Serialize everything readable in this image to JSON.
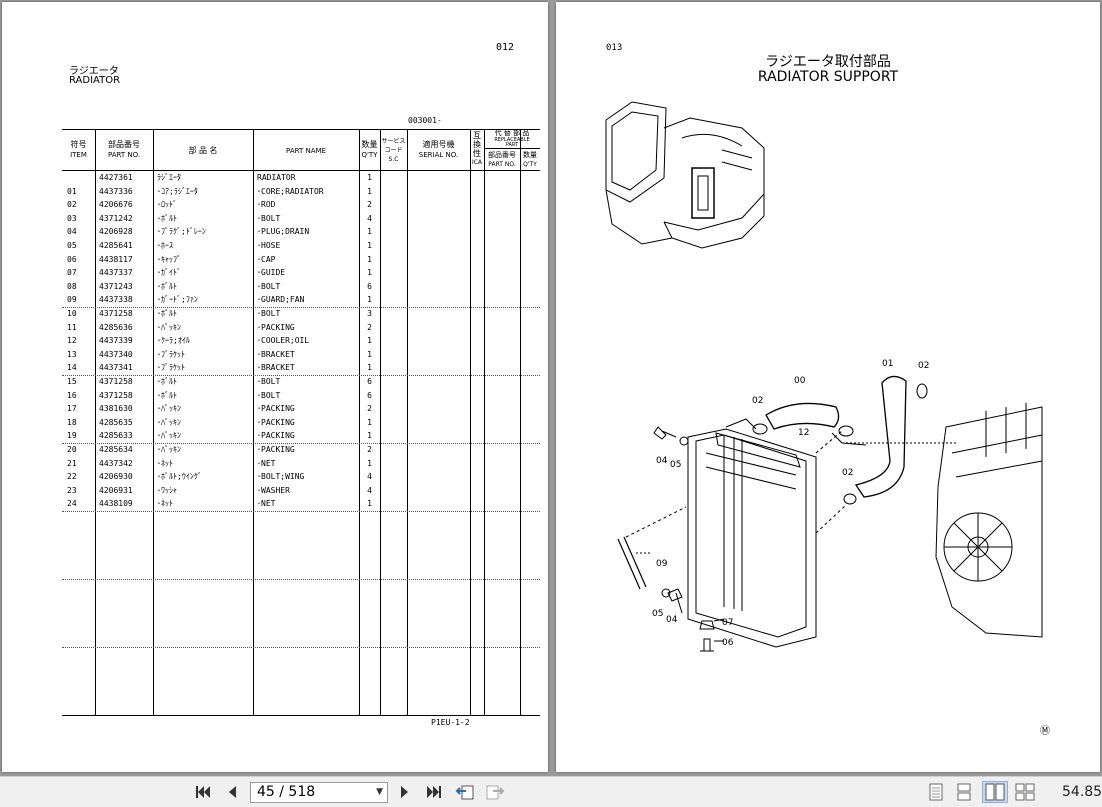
{
  "left_page": {
    "page_no": "012",
    "title_jp": "ラジエータ",
    "title_en": "RADIATOR",
    "serial_ref": "003001-",
    "footer_code": "P1EU-1-2",
    "headers": {
      "item_jp": "符号",
      "item_en": "ITEM",
      "partno_jp": "部品番号",
      "partno_en": "PART NO.",
      "name_jp": "部 品 名",
      "name_en": "PART NAME",
      "qty_jp": "数量",
      "qty_en": "Q'TY",
      "sc_jp1": "サービス",
      "sc_jp2": "コード",
      "sc_en": "S.C",
      "serial_jp": "適用号機",
      "serial_en": "SERIAL NO.",
      "ica_jp1": "互",
      "ica_jp2": "換",
      "ica_jp3": "性",
      "ica_en": "ICA",
      "repl_jp": "代 替 部 品",
      "repl_en1": "REPLACEABLE",
      "repl_en2": "PART",
      "repl_partno_jp": "部品番号",
      "repl_partno_en": "PART NO.",
      "repl_qty_jp": "数量",
      "repl_qty_en": "Q'TY"
    },
    "rows": [
      {
        "item": "",
        "partno": "4427361",
        "name_jp": "ﾗｼﾞｴｰﾀ",
        "name_en": "RADIATOR",
        "qty": "1"
      },
      {
        "item": "01",
        "partno": "4437336",
        "name_jp": "･ｺｱ;ﾗｼﾞｴｰﾀ",
        "name_en": "･CORE;RADIATOR",
        "qty": "1"
      },
      {
        "item": "02",
        "partno": "4206676",
        "name_jp": "･ﾛｯﾄﾞ",
        "name_en": "･ROD",
        "qty": "2"
      },
      {
        "item": "03",
        "partno": "4371242",
        "name_jp": "･ﾎﾞﾙﾄ",
        "name_en": "･BOLT",
        "qty": "4"
      },
      {
        "item": "04",
        "partno": "4206928",
        "name_jp": "･ﾌﾟﾗｸﾞ;ﾄﾞﾚｰﾝ",
        "name_en": "･PLUG;DRAIN",
        "qty": "1"
      },
      {
        "item": "05",
        "partno": "4285641",
        "name_jp": "･ﾎｰｽ",
        "name_en": "･HOSE",
        "qty": "1"
      },
      {
        "item": "06",
        "partno": "4438117",
        "name_jp": "･ｷｬｯﾌﾟ",
        "name_en": "･CAP",
        "qty": "1"
      },
      {
        "item": "07",
        "partno": "4437337",
        "name_jp": "･ｶﾞｲﾄﾞ",
        "name_en": "･GUIDE",
        "qty": "1"
      },
      {
        "item": "08",
        "partno": "4371243",
        "name_jp": "･ﾎﾞﾙﾄ",
        "name_en": "･BOLT",
        "qty": "6"
      },
      {
        "item": "09",
        "partno": "4437338",
        "name_jp": "･ｶﾞｰﾄﾞ;ﾌｧﾝ",
        "name_en": "･GUARD;FAN",
        "qty": "1"
      },
      {
        "item": "10",
        "partno": "4371258",
        "name_jp": "･ﾎﾞﾙﾄ",
        "name_en": "･BOLT",
        "qty": "3"
      },
      {
        "item": "11",
        "partno": "4285636",
        "name_jp": "･ﾊﾟｯｷﾝ",
        "name_en": "･PACKING",
        "qty": "2"
      },
      {
        "item": "12",
        "partno": "4437339",
        "name_jp": "･ｸｰﾗ;ｵｲﾙ",
        "name_en": "･COOLER;OIL",
        "qty": "1"
      },
      {
        "item": "13",
        "partno": "4437340",
        "name_jp": "･ﾌﾞﾗｹｯﾄ",
        "name_en": "･BRACKET",
        "qty": "1"
      },
      {
        "item": "14",
        "partno": "4437341",
        "name_jp": "･ﾌﾞﾗｹｯﾄ",
        "name_en": "･BRACKET",
        "qty": "1"
      },
      {
        "item": "15",
        "partno": "4371258",
        "name_jp": "･ﾎﾞﾙﾄ",
        "name_en": "･BOLT",
        "qty": "6"
      },
      {
        "item": "16",
        "partno": "4371258",
        "name_jp": "･ﾎﾞﾙﾄ",
        "name_en": "･BOLT",
        "qty": "6"
      },
      {
        "item": "17",
        "partno": "4381630",
        "name_jp": "･ﾊﾟｯｷﾝ",
        "name_en": "･PACKING",
        "qty": "2"
      },
      {
        "item": "18",
        "partno": "4285635",
        "name_jp": "･ﾊﾟｯｷﾝ",
        "name_en": "･PACKING",
        "qty": "1"
      },
      {
        "item": "19",
        "partno": "4285633",
        "name_jp": "･ﾊﾟｯｷﾝ",
        "name_en": "･PACKING",
        "qty": "1"
      },
      {
        "item": "20",
        "partno": "4285634",
        "name_jp": "･ﾊﾟｯｷﾝ",
        "name_en": "･PACKING",
        "qty": "2"
      },
      {
        "item": "21",
        "partno": "4437342",
        "name_jp": "･ﾈｯﾄ",
        "name_en": "･NET",
        "qty": "1"
      },
      {
        "item": "22",
        "partno": "4206930",
        "name_jp": "･ﾎﾞﾙﾄ;ｳｲﾝｸﾞ",
        "name_en": "･BOLT;WING",
        "qty": "4"
      },
      {
        "item": "23",
        "partno": "4206931",
        "name_jp": "･ﾜｯｼｬ",
        "name_en": "･WASHER",
        "qty": "4"
      },
      {
        "item": "24",
        "partno": "4438109",
        "name_jp": "･ﾈｯﾄ",
        "name_en": "･NET",
        "qty": "1"
      }
    ]
  },
  "right_page": {
    "page_no": "013",
    "title_jp": "ラジエータ取付部品",
    "title_en": "RADIATOR  SUPPORT",
    "callouts": [
      "01",
      "02",
      "00",
      "02",
      "12",
      "04",
      "05",
      "02",
      "09",
      "05",
      "04",
      "07",
      "06"
    ],
    "mark": "Ⓜ"
  },
  "toolbar": {
    "page_indicator": "45 / 518",
    "zoom": "54.85%",
    "icons": {
      "first": "first-page-icon",
      "prev": "prev-page-icon",
      "next": "next-page-icon",
      "last": "last-page-icon",
      "back": "go-back-icon",
      "forward": "go-forward-icon"
    }
  }
}
